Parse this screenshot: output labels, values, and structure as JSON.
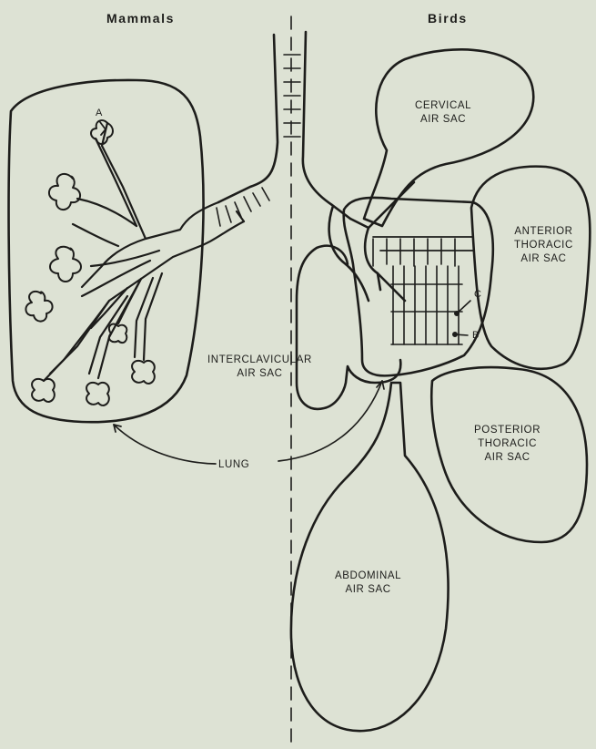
{
  "headings": {
    "left": "Mammals",
    "right": "Birds"
  },
  "labels": {
    "cervical_1": "CERVICAL",
    "cervical_2": "AIR SAC",
    "anterior_1": "ANTERIOR",
    "anterior_2": "THORACIC",
    "anterior_3": "AIR SAC",
    "interclavicular_1": "INTERCLAVICULAR",
    "interclavicular_2": "AIR SAC",
    "posterior_1": "POSTERIOR",
    "posterior_2": "THORACIC",
    "posterior_3": "AIR SAC",
    "abdominal_1": "ABDOMINAL",
    "abdominal_2": "AIR SAC",
    "lung": "LUNG",
    "a": "A",
    "b": "B",
    "c": "C"
  },
  "colors": {
    "ink": "#1d1d1b",
    "paper": "#dde2d4"
  }
}
